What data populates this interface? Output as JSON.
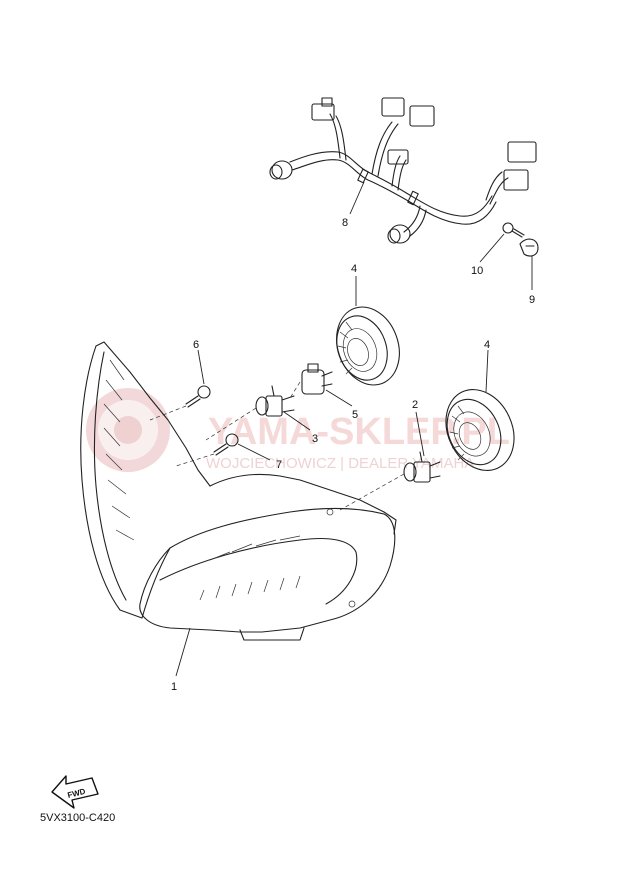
{
  "diagram": {
    "code": "5VX3100-C420",
    "fwd_label": "FWD",
    "callouts": [
      "1",
      "2",
      "3",
      "4",
      "4",
      "5",
      "6",
      "7",
      "8",
      "9",
      "10"
    ],
    "watermark": {
      "title": "YAMA-SKLEP.PL",
      "subtitle": "WOJCIECHOWICZ | DEALER YAMAHA"
    }
  }
}
